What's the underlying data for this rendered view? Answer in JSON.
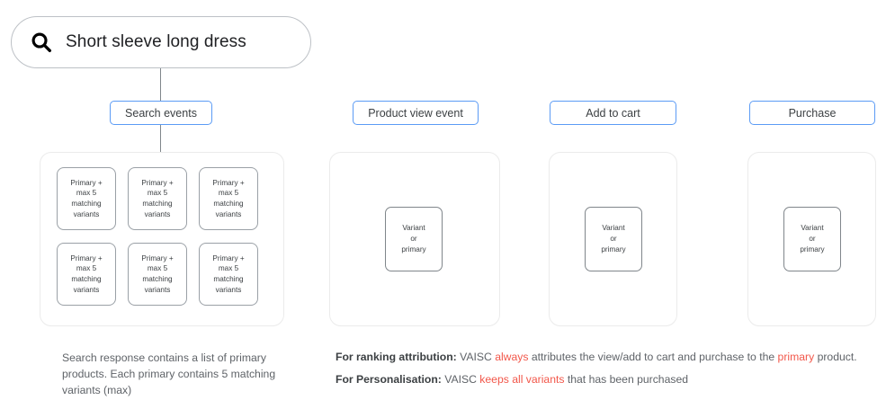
{
  "search": {
    "icon": "search-icon",
    "query": "Short sleeve long dress"
  },
  "colors": {
    "pill_border_blue": "#5b9bf5",
    "panel_border": "#ebebeb",
    "card_border": "#9aa0a6",
    "highlight_red": "#f2574a",
    "text": "#3c4043",
    "muted_text": "#5f6368"
  },
  "columns": [
    {
      "header": "Search events",
      "type": "grid",
      "card_label": "Primary + max 5 matching variants",
      "cards": [
        "Primary + max 5 matching variants",
        "Primary + max 5 matching variants",
        "Primary + max 5 matching variants",
        "Primary + max 5 matching variants",
        "Primary + max 5 matching variants",
        "Primary + max 5 matching variants"
      ],
      "caption": "Search response contains a list of primary products. Each primary contains 5 matching variants (max)"
    },
    {
      "header": "Product view event",
      "type": "single",
      "card_label": "Variant or primary"
    },
    {
      "header": "Add to cart",
      "type": "single",
      "card_label": "Variant or primary"
    },
    {
      "header": "Purchase",
      "type": "single",
      "card_label": "Variant or primary"
    }
  ],
  "card_lines": {
    "primary": [
      "Primary +",
      "max 5",
      "matching",
      "variants"
    ],
    "variant": [
      "Variant",
      "or",
      "primary"
    ]
  },
  "annotations": [
    {
      "label": "For ranking attribution:",
      "parts": [
        {
          "text": " VAISC ",
          "highlight": false
        },
        {
          "text": "always",
          "highlight": true
        },
        {
          "text": " attributes the view/add to cart and purchase to the ",
          "highlight": false
        },
        {
          "text": "primary",
          "highlight": true
        },
        {
          "text": " product.",
          "highlight": false
        }
      ]
    },
    {
      "label": "For Personalisation:",
      "parts": [
        {
          "text": " VAISC ",
          "highlight": false
        },
        {
          "text": "keeps all variants",
          "highlight": true
        },
        {
          "text": " that has been purchased",
          "highlight": false
        }
      ]
    }
  ]
}
